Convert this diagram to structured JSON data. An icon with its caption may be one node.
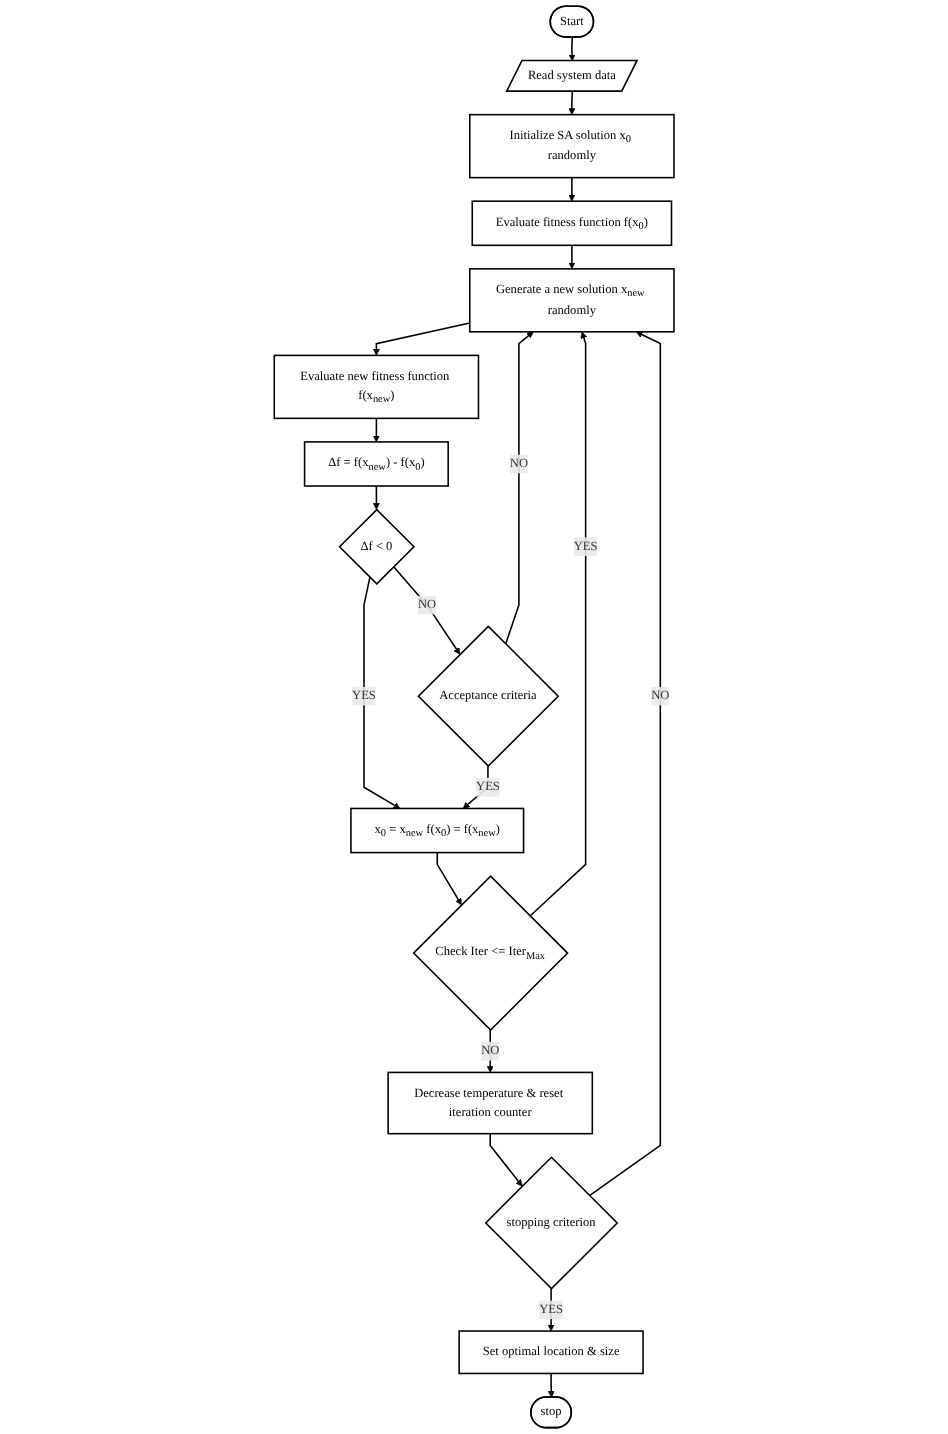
{
  "diagram": {
    "nodes": [
      {
        "text": [
          "Start"
        ]
      },
      {
        "text": [
          "Read system data"
        ]
      },
      {
        "text": [
          "Initialize SA solution x$_{0}$ randomly"
        ]
      },
      {
        "text": [
          "Evaluate fitness function f(x$_{0}$)"
        ]
      },
      {
        "text": [
          "Generate a new solution x$_{new}$ randomly"
        ]
      },
      {
        "text": [
          "Evaluate new fitness function f(x$_{new}$)"
        ]
      },
      {
        "text": [
          "Δf = f(x$_{new}$) - f(x$_{0}$)"
        ]
      },
      {
        "text": [
          "Δf < 0"
        ]
      },
      {
        "text": [
          "Acceptance criteria"
        ]
      },
      {
        "text": [
          "x$_{0}$ = x$_{new}$ f(x$_{0}$) = f(x$_{new}$)"
        ]
      },
      {
        "text": [
          "Check Iter <= Iter$_{Max}$"
        ]
      },
      {
        "text": [
          "Decrease temperature & reset iteration counter"
        ]
      },
      {
        "text": [
          "stopping criterion"
        ]
      },
      {
        "text": [
          "Set optimal location & size"
        ]
      },
      {
        "text": [
          "stop"
        ]
      }
    ],
    "edges": [
      {
        "from": 0,
        "to": 1,
        "arrow": "to"
      },
      {
        "from": 1,
        "to": 2,
        "arrow": "to"
      },
      {
        "from": 2,
        "to": 3,
        "arrow": "to"
      },
      {
        "from": 3,
        "to": 4,
        "arrow": "to"
      },
      {
        "from": 4,
        "to": 5,
        "arrow": "to"
      },
      {
        "from": 5,
        "to": 6,
        "arrow": "to"
      },
      {
        "from": 6,
        "to": 7,
        "arrow": "to"
      },
      {
        "from": 7,
        "to": 8,
        "arrow": "to",
        "label": "NO"
      },
      {
        "from": 7,
        "to": 9,
        "arrow": "to",
        "label": "YES"
      },
      {
        "from": 8,
        "to": 4,
        "arrow": "to",
        "label": "NO"
      },
      {
        "from": 8,
        "to": 9,
        "arrow": "to",
        "label": "YES"
      },
      {
        "from": 9,
        "to": 10,
        "arrow": "to"
      },
      {
        "from": 10,
        "to": 4,
        "arrow": "to",
        "label": "YES"
      },
      {
        "from": 10,
        "to": 11,
        "arrow": "to",
        "label": "NO"
      },
      {
        "from": 11,
        "to": 12,
        "arrow": "to"
      },
      {
        "from": 12,
        "to": 4,
        "arrow": "to",
        "label": "NO"
      },
      {
        "from": 12,
        "to": 13,
        "arrow": "to",
        "label": "YES"
      },
      {
        "from": 13,
        "to": 14,
        "arrow": "to"
      }
    ]
  }
}
